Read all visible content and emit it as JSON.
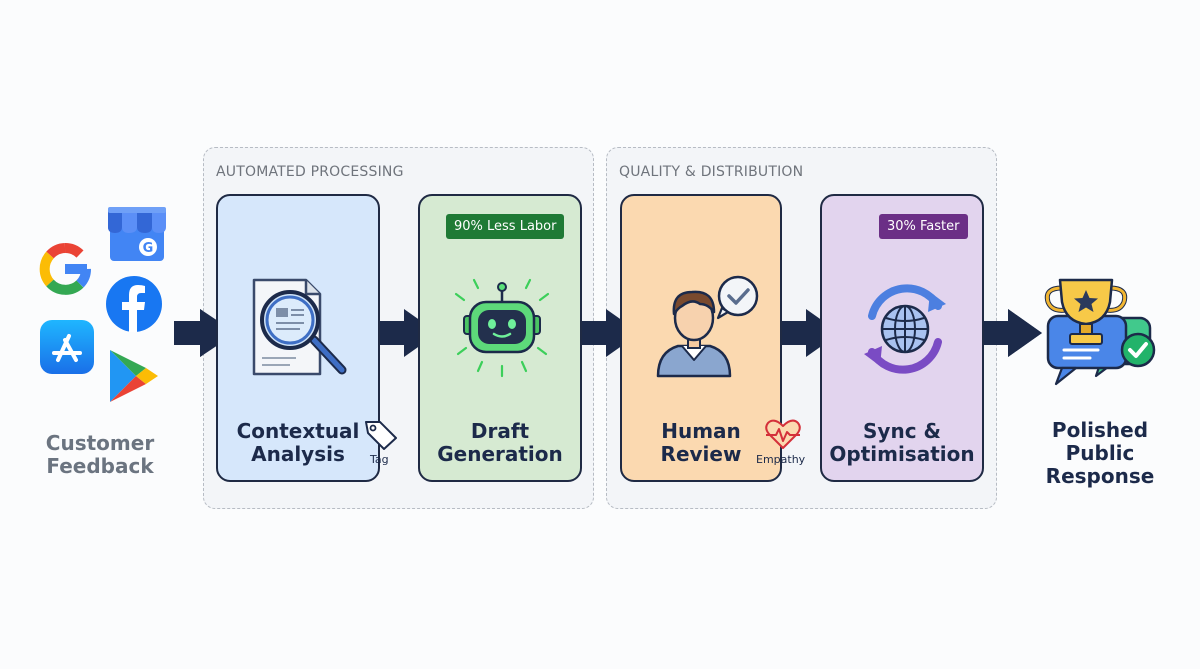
{
  "source": {
    "label": "Customer\nFeedback",
    "icons": [
      "google-my-business-icon",
      "google-icon",
      "facebook-icon",
      "app-store-icon",
      "google-play-icon"
    ]
  },
  "groups": [
    {
      "label": "AUTOMATED PROCESSING"
    },
    {
      "label": "QUALITY & DISTRIBUTION"
    }
  ],
  "stages": [
    {
      "title": "Contextual\nAnalysis",
      "tag": "Tag",
      "icon": "document-magnifier-icon"
    },
    {
      "title": "Draft\nGeneration",
      "badge": "90% Less Labor",
      "badge_color": "#1f7a35",
      "icon": "robot-icon"
    },
    {
      "title": "Human\nReview",
      "tag": "Empathy",
      "icon": "person-check-icon"
    },
    {
      "title": "Sync &\nOptimisation",
      "badge": "30% Faster",
      "badge_color": "#6b2f86",
      "icon": "globe-sync-icon"
    }
  ],
  "output": {
    "label": "Polished\nPublic\nResponse",
    "icon": "trophy-chat-icon"
  },
  "colors": {
    "navy": "#1c2a4a",
    "stage1_fill": "#d6e7fb",
    "stage2_fill": "#d6ead2",
    "stage3_fill": "#fbd9b0",
    "stage4_fill": "#e2d4ee",
    "source_label": "#6b7480"
  }
}
